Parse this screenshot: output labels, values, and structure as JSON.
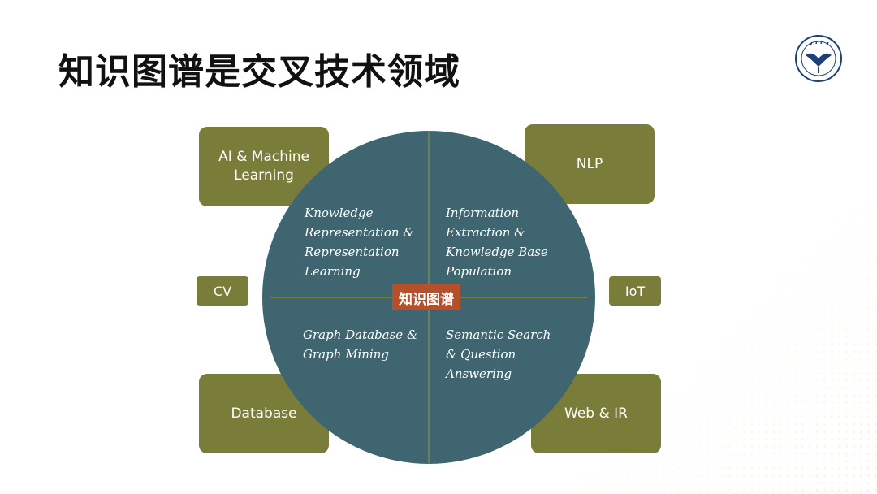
{
  "slide": {
    "title": "知识图谱是交叉技术领域"
  },
  "diagram": {
    "center_label": "知识图谱",
    "quadrants": {
      "top_left": "Knowledge\nRepresentation &\nRepresentation\nLearning",
      "top_right": "Information\nExtraction &\nKnowledge Base\nPopulation",
      "bottom_left": "Graph Database &\nGraph Mining",
      "bottom_right": "Semantic Search\n& Question\nAnswering"
    },
    "fields": {
      "ai_ml": "AI & Machine\nLearning",
      "nlp": "NLP",
      "cv": "CV",
      "iot": "IoT",
      "database": "Database",
      "web_ir": "Web & IR"
    }
  },
  "colors": {
    "circle": "#3e6570",
    "box": "#7a7c3a",
    "center_label": "#b6502b",
    "divider": "#7a7c3a"
  },
  "logo": {
    "icon": "university-seal-icon"
  }
}
